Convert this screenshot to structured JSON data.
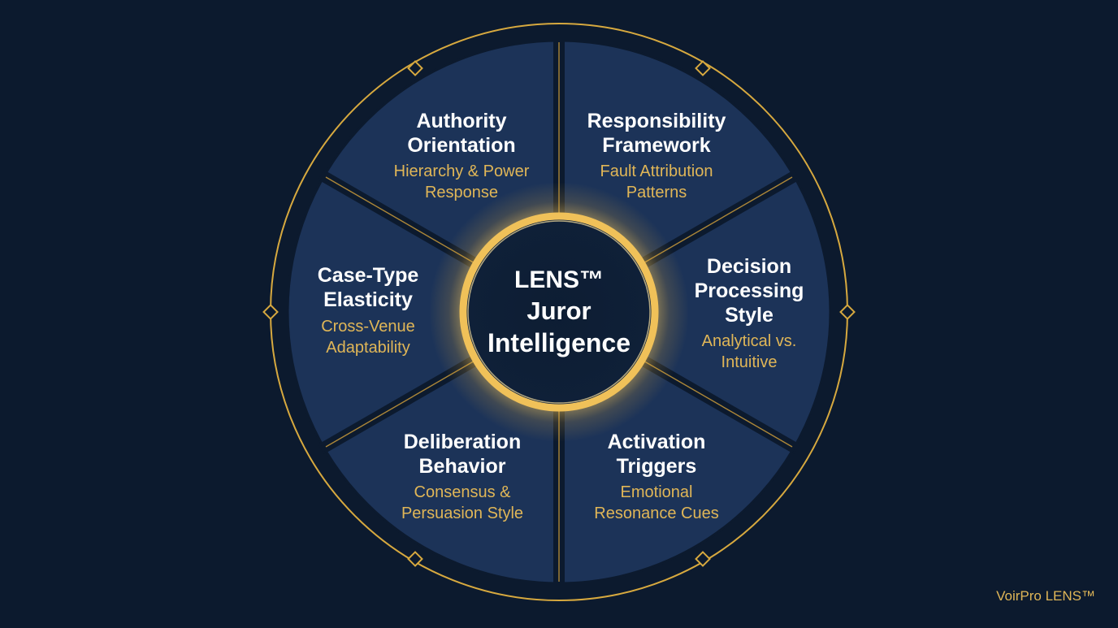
{
  "center": {
    "line1": "LENS™",
    "line2": "Juror",
    "line3": "Intelligence"
  },
  "segments": [
    {
      "title1": "Authority",
      "title2": "Orientation",
      "title3": "",
      "sub1": "Hierarchy & Power",
      "sub2": "Response"
    },
    {
      "title1": "Responsibility",
      "title2": "Framework",
      "title3": "",
      "sub1": "Fault Attribution",
      "sub2": "Patterns"
    },
    {
      "title1": "Decision",
      "title2": "Processing",
      "title3": "Style",
      "sub1": "Analytical vs.",
      "sub2": "Intuitive"
    },
    {
      "title1": "Activation",
      "title2": "Triggers",
      "title3": "",
      "sub1": "Emotional",
      "sub2": "Resonance Cues"
    },
    {
      "title1": "Deliberation",
      "title2": "Behavior",
      "title3": "",
      "sub1": "Consensus &",
      "sub2": "Persuasion Style"
    },
    {
      "title1": "Case-Type",
      "title2": "Elasticity",
      "title3": "",
      "sub1": "Cross-Venue",
      "sub2": "Adaptability"
    }
  ],
  "brand": "VoirPro LENS™",
  "colors": {
    "background": "#0c1a2e",
    "segment_fill": "#1c3358",
    "gold": "#d7a93f",
    "accent_text": "#e0b657",
    "title_text": "#ffffff"
  }
}
